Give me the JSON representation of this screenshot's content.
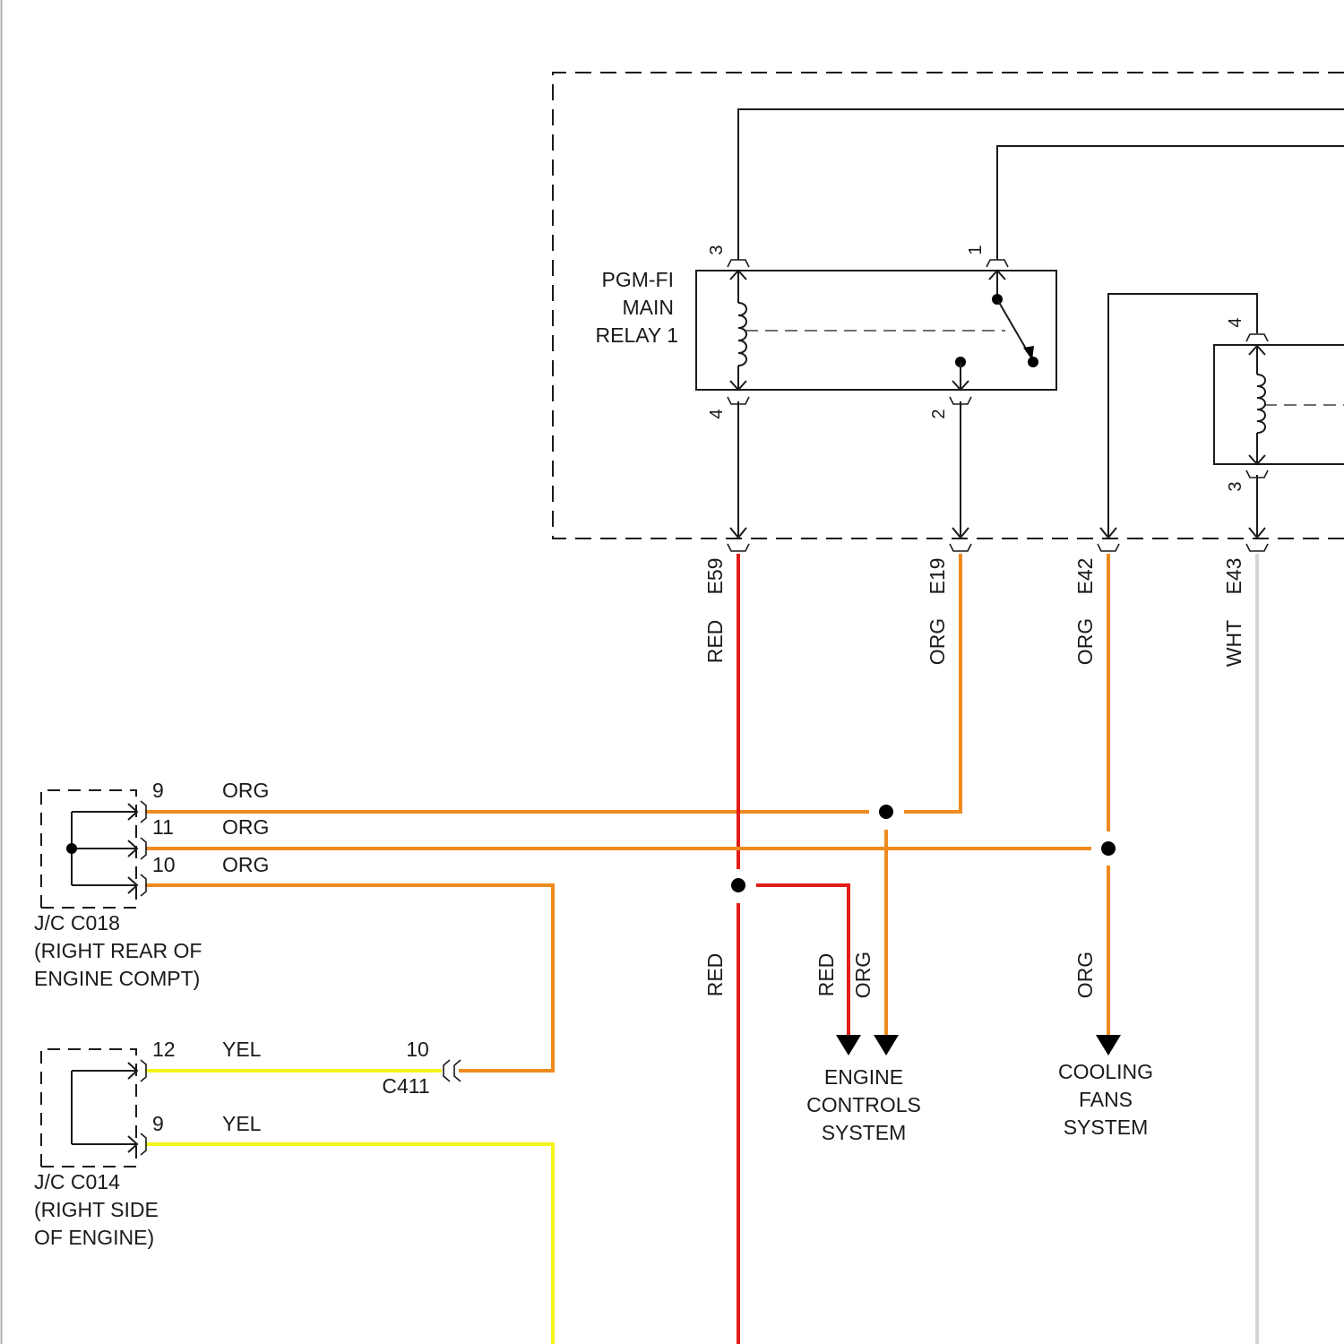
{
  "colors": {
    "red": "#e41b17",
    "org": "#ef8a1e",
    "yel": "#f4f41a",
    "wht": "#d4d4d4",
    "ink": "#1a1a1a"
  },
  "relay1": {
    "name_line1": "PGM-FI",
    "name_line2": "MAIN",
    "name_line3": "RELAY 1",
    "pin_3": "3",
    "pin_1": "1",
    "pin_4": "4",
    "pin_2": "2"
  },
  "relay2": {
    "pin_4": "4",
    "pin_3": "3"
  },
  "terminals": {
    "e59": "E59",
    "e19": "E19",
    "e42": "E42",
    "e43": "E43"
  },
  "wire_colors": {
    "red": "RED",
    "org": "ORG",
    "wht": "WHT",
    "yel": "YEL"
  },
  "jc_c018": {
    "pin_9": "9",
    "pin_11": "11",
    "pin_10": "10",
    "line1": "J/C C018",
    "line2": "(RIGHT REAR OF",
    "line3": "ENGINE COMPT)"
  },
  "jc_c014": {
    "pin_12": "12",
    "pin_9": "9",
    "line1": "J/C C014",
    "line2": "(RIGHT SIDE",
    "line3": "OF ENGINE)"
  },
  "c411": {
    "name": "C411",
    "pin": "10"
  },
  "engine_controls": {
    "line1": "ENGINE",
    "line2": "CONTROLS",
    "line3": "SYSTEM"
  },
  "cooling_fans": {
    "line1": "COOLING",
    "line2": "FANS",
    "line3": "SYSTEM"
  }
}
